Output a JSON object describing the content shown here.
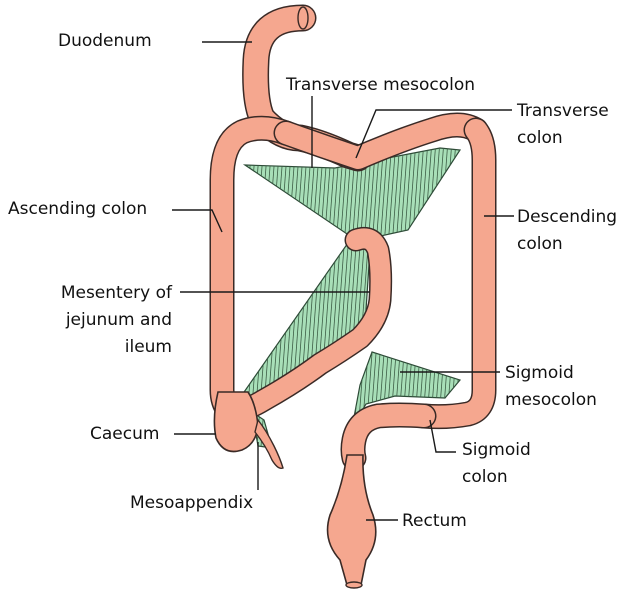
{
  "colors": {
    "intestine_fill": "#f5a78f",
    "intestine_edge": "#3a2a26",
    "mesentery_fill": "#a8dfb8",
    "mesentery_edge": "#2c4a36",
    "hatch": "#3d5e46",
    "leader": "#1a1a1a"
  },
  "labels": {
    "duodenum": "Duodenum",
    "transverse_mesocolon": "Transverse mesocolon",
    "transverse_colon": [
      "Transverse",
      "colon"
    ],
    "ascending_colon": "Ascending colon",
    "descending_colon": [
      "Descending",
      "colon"
    ],
    "mesentery": [
      "Mesentery of",
      "jejunum and",
      "ileum"
    ],
    "sigmoid_mesocolon": [
      "Sigmoid",
      "mesocolon"
    ],
    "caecum": "Caecum",
    "sigmoid_colon": [
      "Sigmoid",
      "colon"
    ],
    "mesoappendix": "Mesoappendix",
    "rectum": "Rectum"
  }
}
